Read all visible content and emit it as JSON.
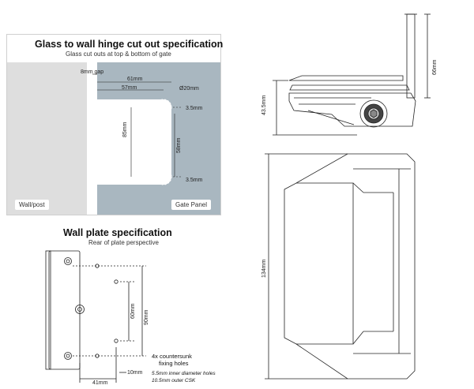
{
  "cutout": {
    "title": "Glass to wall hinge cut out specification",
    "subtitle": "Glass cut outs at top & bottom of gate",
    "dims": {
      "gap": "8mm gap",
      "w61": "61mm",
      "w57": "57mm",
      "d20": "Ø20mm",
      "r35_top": "3.5mm",
      "h85": "85mm",
      "h58": "58mm",
      "r35_bot": "3.5mm"
    },
    "wall_label": "Wall/post",
    "gate_label": "Gate Panel"
  },
  "wallplate": {
    "title": "Wall plate specification",
    "subtitle": "Rear of plate perspective",
    "dims": {
      "h60": "60mm",
      "h90": "90mm",
      "w10": "10mm",
      "w41": "41mm"
    },
    "note_title_1": "4x countersunk",
    "note_title_2": "fixing holes",
    "note_1": "5.5mm inner diameter holes",
    "note_2": "10.5mm outer CSK"
  },
  "hinge_dims": {
    "top_h": "43.5mm",
    "side_h": "66mm",
    "front_h": "134mm"
  },
  "colors": {
    "glass": "#a9b7c0",
    "wall": "#dedede",
    "line": "#222222"
  }
}
